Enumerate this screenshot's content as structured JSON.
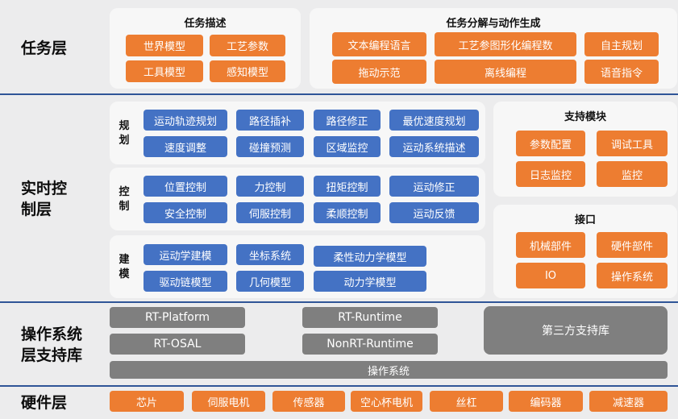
{
  "layers": {
    "task": "任务层",
    "realtime": "实时控\n制层",
    "os": "操作系统\n层支持库",
    "hardware": "硬件层"
  },
  "task_desc": {
    "title": "任务描述",
    "items": [
      "世界模型",
      "工艺参数",
      "工具模型",
      "感知模型"
    ]
  },
  "task_decomp": {
    "title": "任务分解与动作生成",
    "items": [
      "文本编程语言",
      "工艺参图形化编程数",
      "自主规划",
      "拖动示范",
      "离线编程",
      "语音指令"
    ]
  },
  "planning": {
    "label": "规\n划",
    "items": [
      "运动轨迹规划",
      "路径插补",
      "路径修正",
      "最优速度规划",
      "速度调整",
      "碰撞预测",
      "区域监控",
      "运动系统描述"
    ]
  },
  "control": {
    "label": "控\n制",
    "items": [
      "位置控制",
      "力控制",
      "扭矩控制",
      "运动修正",
      "安全控制",
      "伺服控制",
      "柔顺控制",
      "运动反馈"
    ]
  },
  "modeling": {
    "label": "建\n模",
    "items": [
      "运动学建模",
      "坐标系统",
      "柔性动力学模型",
      "驱动链模型",
      "几何模型",
      "动力学模型"
    ]
  },
  "support": {
    "title": "支持模块",
    "items": [
      "参数配置",
      "调试工具",
      "日志监控",
      "监控"
    ]
  },
  "interface": {
    "title": "接口",
    "items": [
      "机械部件",
      "硬件部件",
      "IO",
      "操作系统"
    ]
  },
  "os_lib": {
    "items": [
      "RT-Platform",
      "RT-Runtime",
      "RT-OSAL",
      "NonRT-Runtime",
      "第三方支持库",
      "操作系统"
    ]
  },
  "hardware": {
    "items": [
      "芯片",
      "伺服电机",
      "传感器",
      "空心杯电机",
      "丝杠",
      "编码器",
      "减速器"
    ]
  },
  "colors": {
    "orange": "#ed7d31",
    "blue": "#4472c4",
    "gray": "#7f7f7f",
    "divider": "#2f5597"
  }
}
